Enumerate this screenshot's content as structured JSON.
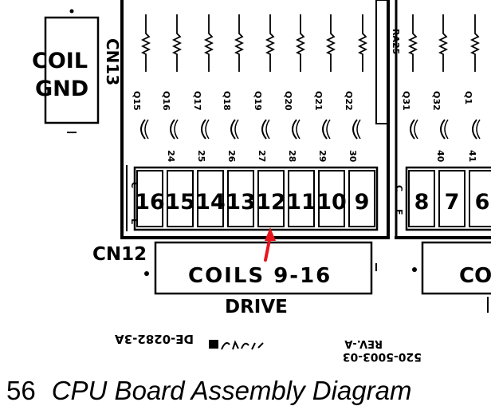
{
  "connectors": {
    "coil_gnd": {
      "lines": [
        "COIL",
        "GND"
      ],
      "ref": "CN13"
    },
    "drive": {
      "ref": "CN12",
      "label": "COILS 9-16",
      "caption": "DRIVE"
    },
    "next_connector_partial": "CO"
  },
  "resistor_ref": "RA25",
  "transistors_left": [
    "Q15",
    "Q16",
    "Q17",
    "Q18",
    "Q19",
    "Q20",
    "Q21",
    "Q22"
  ],
  "transistors_right": [
    "Q31",
    "Q32",
    "Q1"
  ],
  "pin_numbers": [
    "24",
    "25",
    "26",
    "27",
    "28",
    "29",
    "30"
  ],
  "pin_numbers_right": [
    "40",
    "41"
  ],
  "coil_cells_left": [
    "16",
    "15",
    "14",
    "13",
    "12",
    "11",
    "10",
    "9"
  ],
  "coil_cells_right": [
    "8",
    "7",
    "6"
  ],
  "side_labels": [
    "C",
    "E",
    "C",
    "E"
  ],
  "mirrored_text": {
    "part_no": "DE-0282-3A",
    "rev": "REV.-A",
    "assembly": "520-5003-03"
  },
  "marker_color": "#e8141c",
  "page": {
    "number": "56",
    "title": "CPU Board Assembly Diagram"
  }
}
